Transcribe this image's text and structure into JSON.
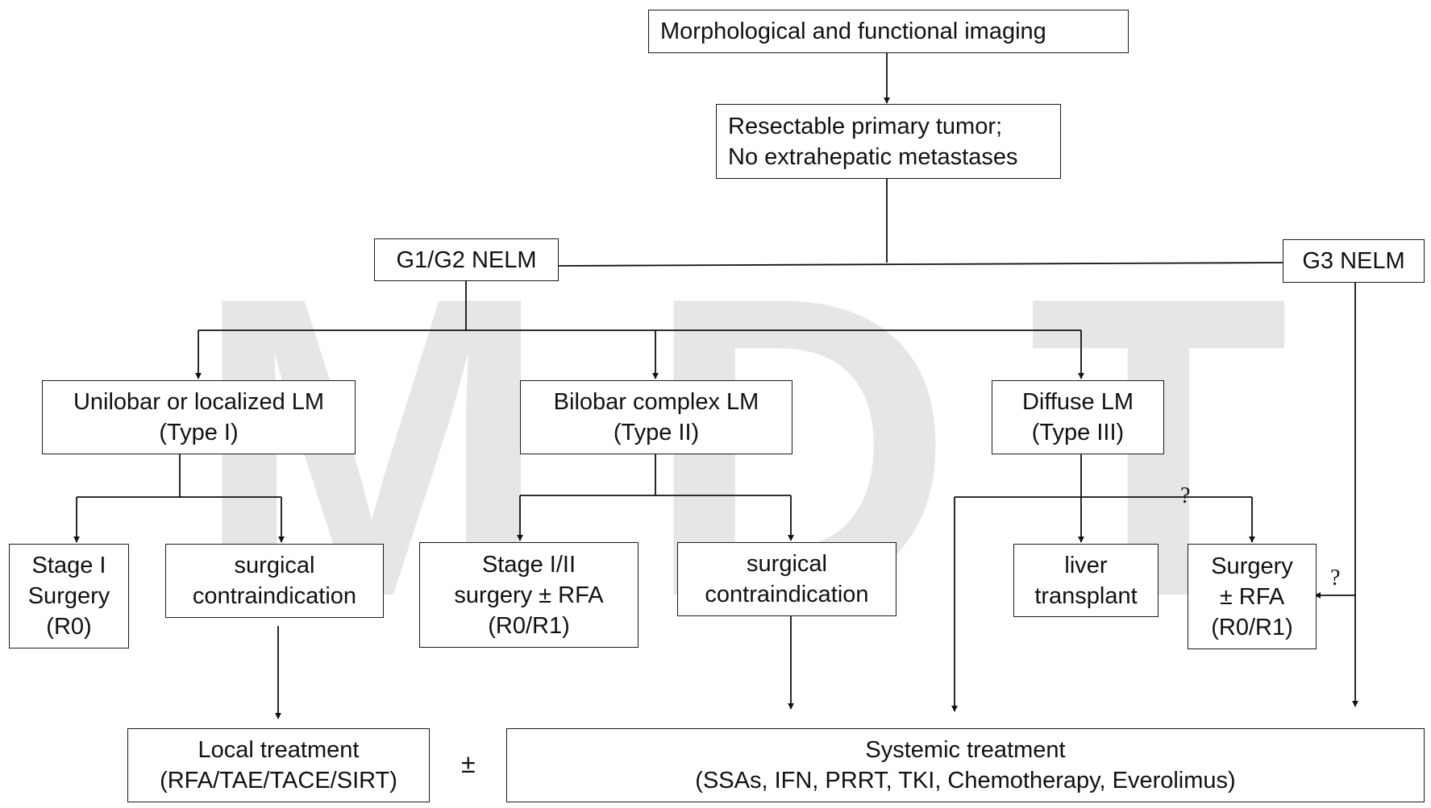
{
  "watermark": {
    "letters": [
      "M",
      "D",
      "T"
    ]
  },
  "boxes": {
    "imaging": {
      "lines": [
        "Morphological and functional imaging"
      ]
    },
    "resectable": {
      "lines": [
        "Resectable primary tumor;",
        "No extrahepatic metastases"
      ]
    },
    "g1g2": {
      "lines": [
        "G1/G2 NELM"
      ]
    },
    "g3": {
      "lines": [
        "G3 NELM"
      ]
    },
    "type1": {
      "lines": [
        "Unilobar or localized LM",
        "(Type I)"
      ]
    },
    "type2": {
      "lines": [
        "Bilobar complex LM",
        "(Type II)"
      ]
    },
    "type3": {
      "lines": [
        "Diffuse LM",
        "(Type III)"
      ]
    },
    "stage1": {
      "lines": [
        "Stage I",
        "Surgery",
        "(R0)"
      ]
    },
    "contra1": {
      "lines": [
        "surgical",
        "contraindication"
      ]
    },
    "stage12": {
      "lines": [
        "Stage I/II",
        "surgery ±  RFA",
        "(R0/R1)"
      ]
    },
    "contra2": {
      "lines": [
        "surgical",
        "contraindication"
      ]
    },
    "liver": {
      "lines": [
        "liver",
        "transplant"
      ]
    },
    "surgeryrfa": {
      "lines": [
        "Surgery",
        "±  RFA",
        "(R0/R1)"
      ]
    },
    "local": {
      "lines": [
        "Local treatment",
        "(RFA/TAE/TACE/SIRT)"
      ]
    },
    "systemic": {
      "lines": [
        "Systemic treatment",
        "(SSAs, IFN, PRRT, TKI, Chemotherapy, Everolimus)"
      ]
    }
  },
  "annotations": {
    "question_mark_1": "?",
    "question_mark_2": "?",
    "plus_minus": "±"
  }
}
